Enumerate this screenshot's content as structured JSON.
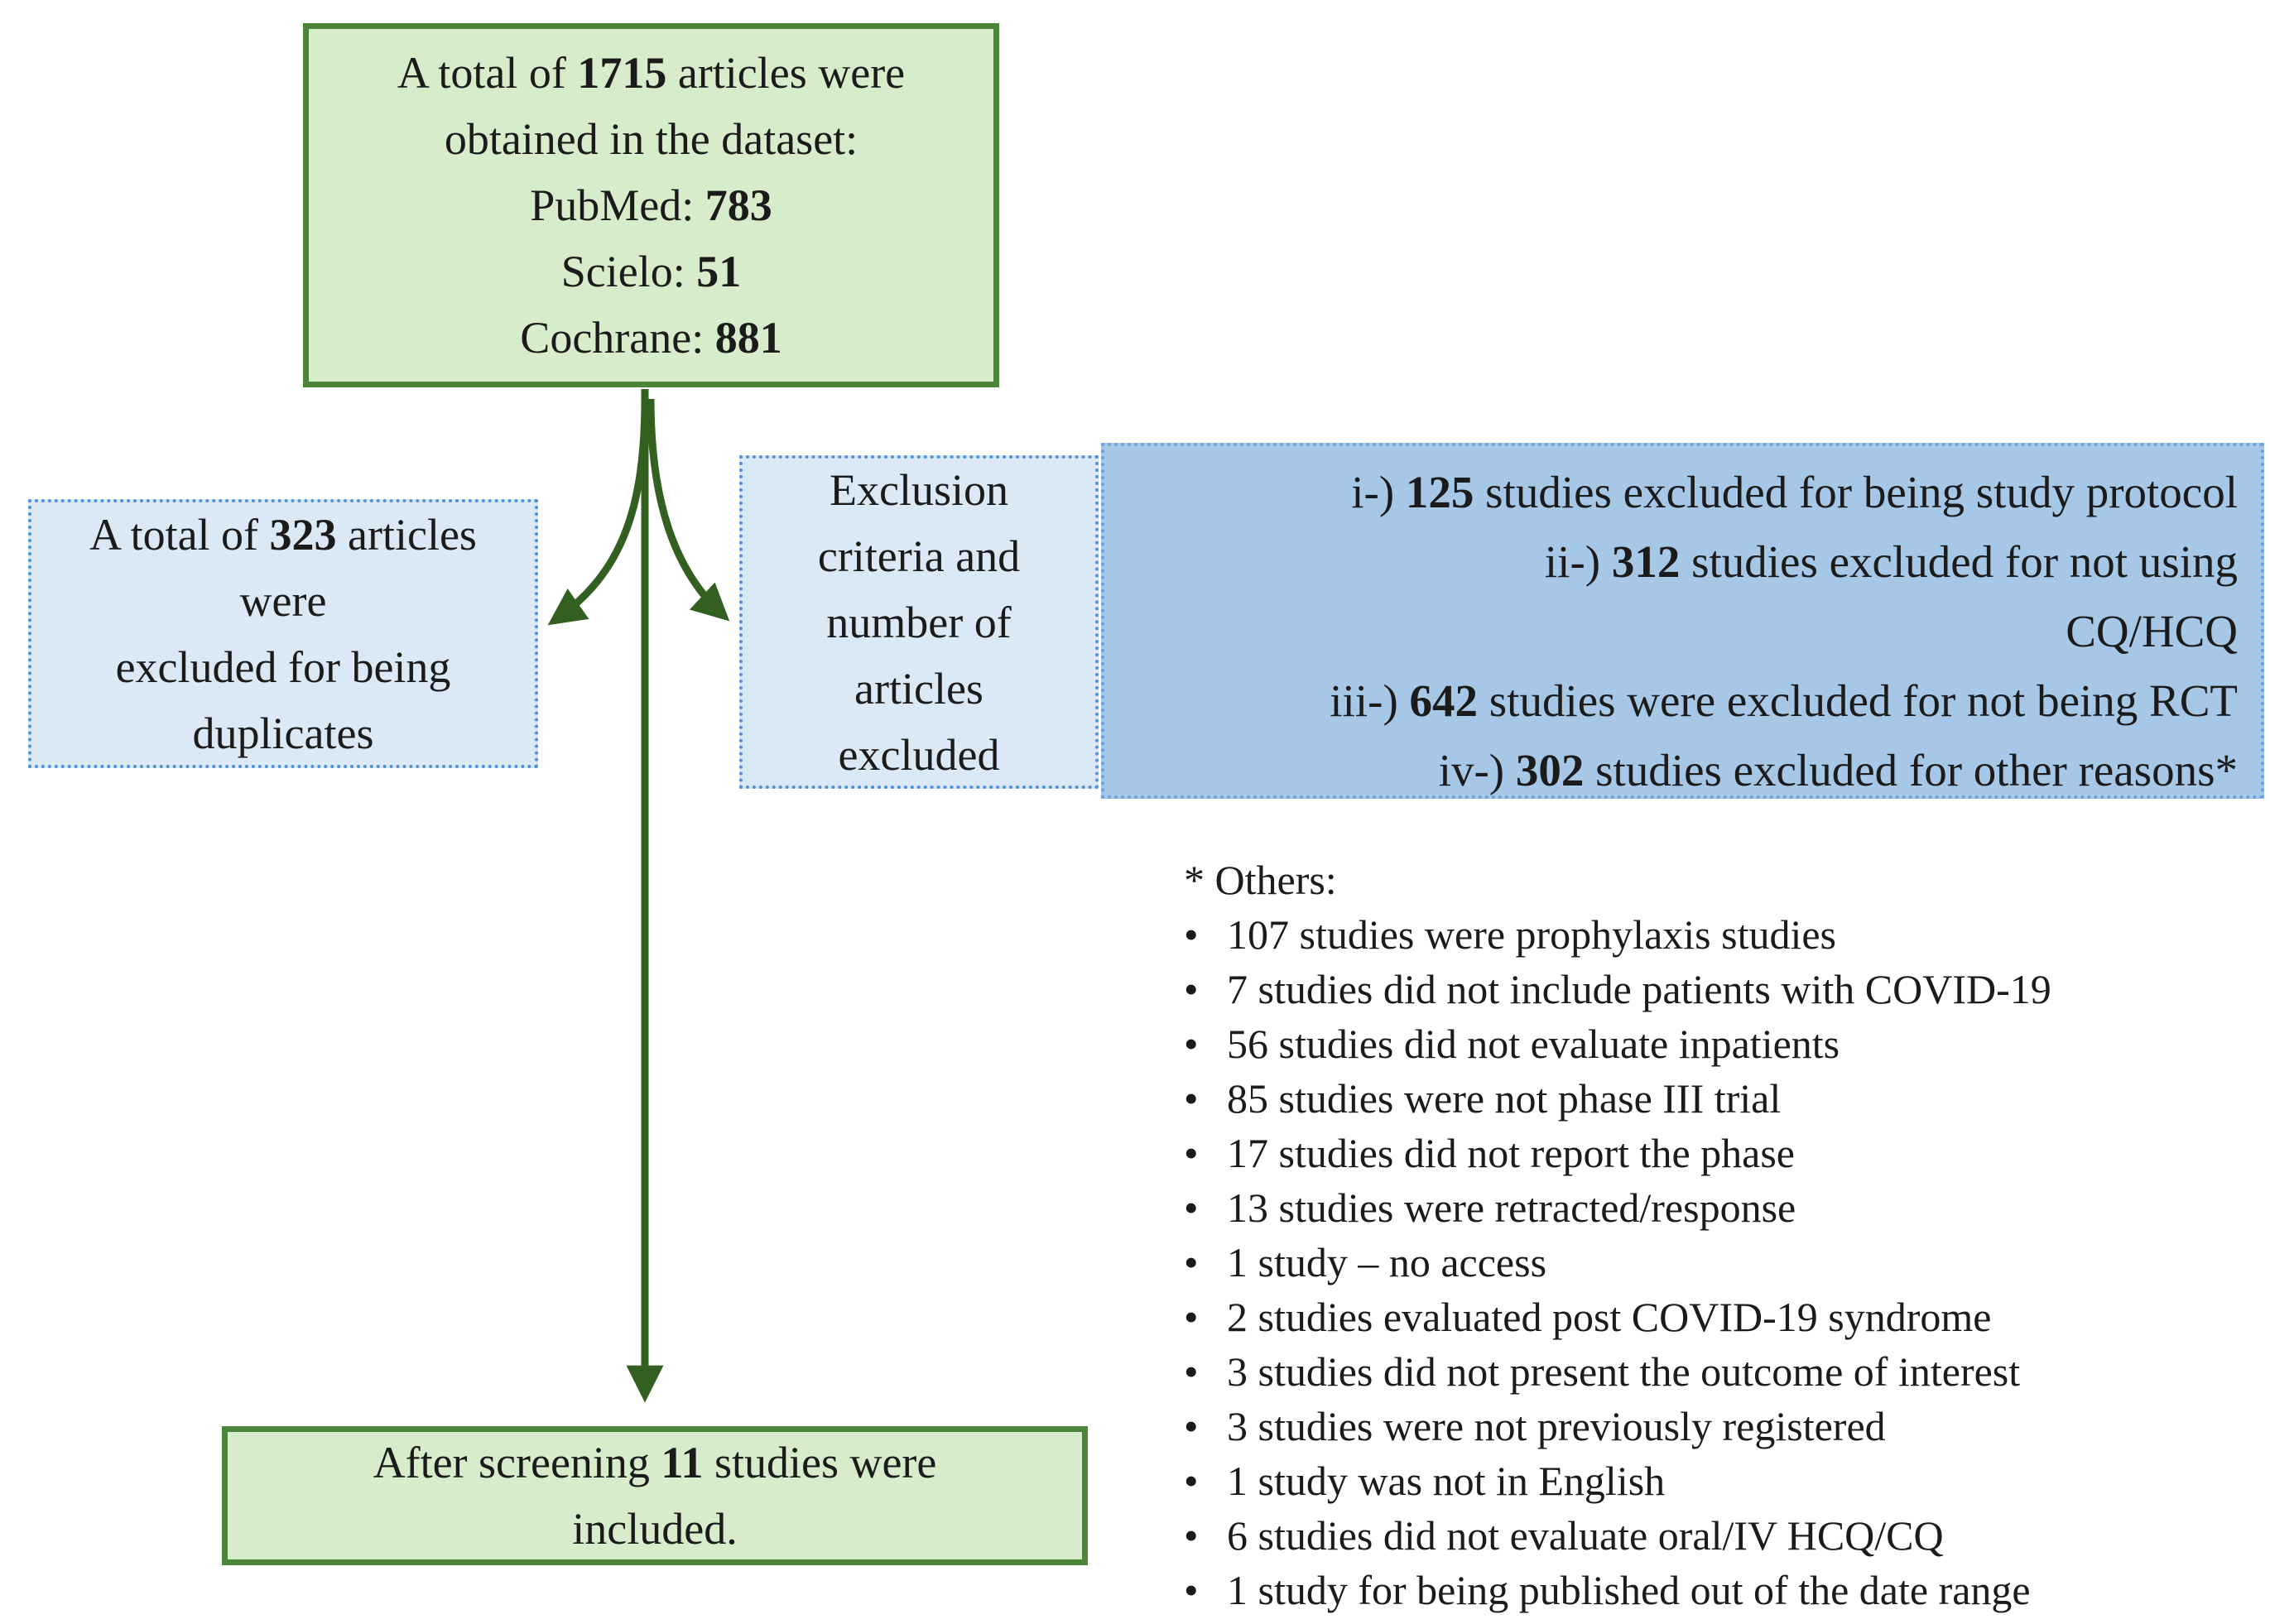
{
  "diagram_title": "Article screening flow diagram",
  "colors": {
    "green_fill": "#d7ecca",
    "green_border": "#4a8539",
    "arrow_green": "#336021",
    "light_blue_fill": "#dbe8f5",
    "light_blue_dotted_border": "#4f93d6",
    "dark_blue_fill": "#a7c7e7",
    "text": "#1b1b1b",
    "background": "#ffffff"
  },
  "dataset_box": {
    "lines": [
      [
        {
          "t": "A total of "
        },
        {
          "t": "1715",
          "b": true
        },
        {
          "t": " articles were"
        }
      ],
      [
        {
          "t": "obtained in the dataset:"
        }
      ],
      [
        {
          "t": "PubMed: "
        },
        {
          "t": "783",
          "b": true
        }
      ],
      [
        {
          "t": "Scielo: "
        },
        {
          "t": "51",
          "b": true
        }
      ],
      [
        {
          "t": "Cochrane: "
        },
        {
          "t": "881",
          "b": true
        }
      ]
    ]
  },
  "duplicates_box": {
    "lines": [
      [
        {
          "t": "A total of "
        },
        {
          "t": "323",
          "b": true
        },
        {
          "t": " articles"
        }
      ],
      [
        {
          "t": "were"
        }
      ],
      [
        {
          "t": "excluded for being"
        }
      ],
      [
        {
          "t": "duplicates"
        }
      ]
    ]
  },
  "exclusion_label_box": {
    "lines": [
      [
        {
          "t": "Exclusion"
        }
      ],
      [
        {
          "t": "criteria and"
        }
      ],
      [
        {
          "t": "number of"
        }
      ],
      [
        {
          "t": "articles"
        }
      ],
      [
        {
          "t": "excluded"
        }
      ]
    ]
  },
  "exclusion_detail_box": {
    "lines": [
      [
        {
          "t": "i-) "
        },
        {
          "t": "125",
          "b": true
        },
        {
          "t": " studies excluded for being study protocol"
        }
      ],
      [
        {
          "t": "ii-) "
        },
        {
          "t": "312",
          "b": true
        },
        {
          "t": " studies excluded for not using"
        }
      ],
      [
        {
          "t": "CQ/HCQ"
        }
      ],
      [
        {
          "t": "iii-) "
        },
        {
          "t": "642",
          "b": true
        },
        {
          "t": " studies were excluded for not being RCT"
        }
      ],
      [
        {
          "t": "iv-) "
        },
        {
          "t": "302",
          "b": true
        },
        {
          "t": " studies excluded for other reasons*"
        }
      ]
    ]
  },
  "others_note": {
    "title": "* Others:",
    "bullet_char": "•",
    "bullets": [
      "107 studies were prophylaxis studies",
      "7 studies did not include patients with COVID-19",
      "56 studies did not evaluate inpatients",
      "85 studies were not phase III trial",
      "17 studies did not report the phase",
      "13 studies were retracted/response",
      "1 study – no access",
      "2 studies evaluated post COVID-19 syndrome",
      "3 studies did not present the outcome of interest",
      "3 studies were not previously registered",
      "1 study was not in English",
      "6 studies did not evaluate oral/IV HCQ/CQ",
      "1 study for being published out of the date range"
    ]
  },
  "included_box": {
    "lines": [
      [
        {
          "t": "After screening "
        },
        {
          "t": "11",
          "b": true
        },
        {
          "t": " studies were"
        }
      ],
      [
        {
          "t": "included."
        }
      ]
    ]
  }
}
